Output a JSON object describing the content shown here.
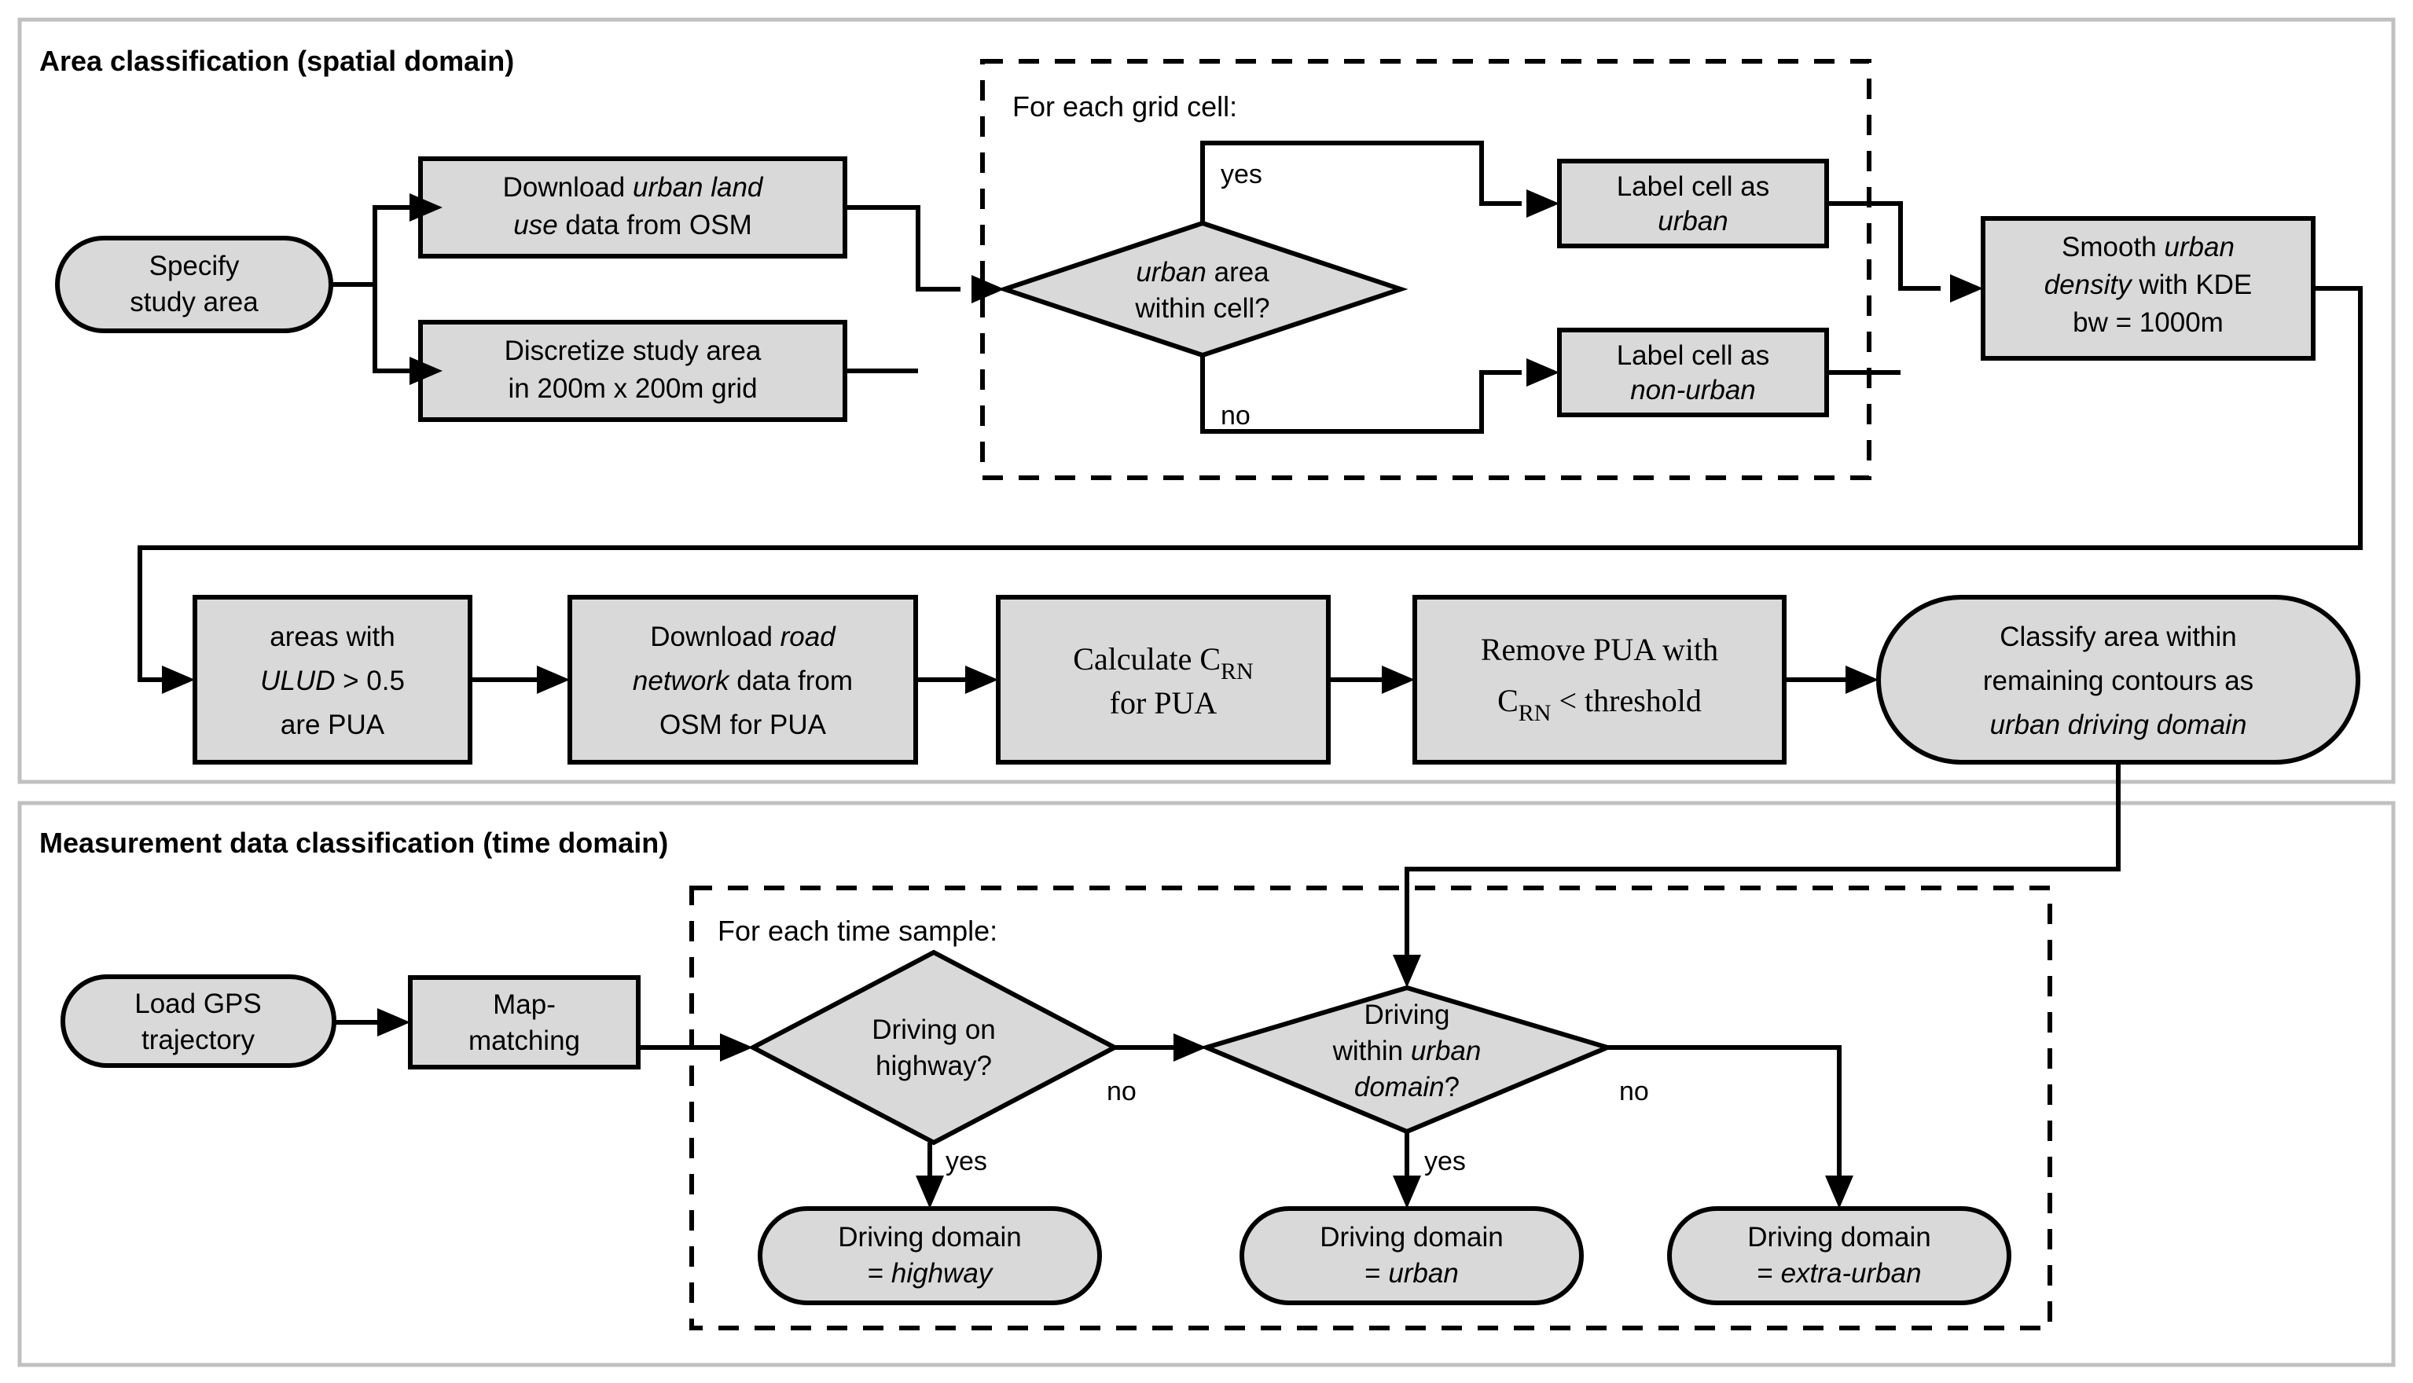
{
  "figure": {
    "title_hidden": "",
    "colors": {
      "shape_fill": "#d9d9d9",
      "shape_stroke": "#000000",
      "panel_border": "#c0c0c0",
      "background": "#ffffff"
    }
  },
  "panels": [
    {
      "id": "spatial",
      "title": "Area classification (spatial domain)"
    },
    {
      "id": "time",
      "title": "Measurement data classification (time domain)"
    }
  ],
  "loop_labels": {
    "grid_cell": "For each grid cell:",
    "time_sample": "For each time sample:"
  },
  "spatial": {
    "start": {
      "line1": "Specify",
      "line2": "study area"
    },
    "download_landuse": {
      "line1_a": "Download ",
      "line1_i": "urban land",
      "line2_i": "use",
      "line2_a": " data from OSM"
    },
    "discretize": {
      "line1": "Discretize study area",
      "line2": "in 200m x 200m grid"
    },
    "decision_urban": {
      "line1_i": "urban",
      "line1_a": " area",
      "line2": "within cell?"
    },
    "label_urban": {
      "line1": "Label cell as",
      "line2_i": "urban"
    },
    "label_nonurban": {
      "line1": "Label cell as",
      "line2_i": "non-urban"
    },
    "kde": {
      "line1_a": "Smooth ",
      "line1_i": "urban",
      "line2_i": "density",
      "line2_a": " with KDE",
      "line3": "bw = 1000m"
    },
    "pua": {
      "line1": "areas with",
      "line2_i": "ULUD",
      "line2_a": " > 0.5",
      "line3": "are PUA"
    },
    "download_road": {
      "line1_a": "Download ",
      "line1_i": "road",
      "line2_i": "network",
      "line2_a": " data from",
      "line3": "OSM for PUA"
    },
    "calc_crn": {
      "line1_a": "Calculate C",
      "line1_sub": "RN",
      "line2": "for PUA"
    },
    "remove_pua": {
      "line1": "Remove PUA with",
      "line2_a": "C",
      "line2_sub": "RN",
      "line2_b": " < threshold"
    },
    "classify": {
      "line1": "Classify area within",
      "line2": "remaining contours as",
      "line3_i": "urban driving domain"
    },
    "edges": {
      "yes": "yes",
      "no": "no"
    }
  },
  "time": {
    "load_gps": {
      "line1": "Load GPS",
      "line2": "trajectory"
    },
    "map_matching": {
      "line1": "Map-",
      "line2": "matching"
    },
    "decision_highway": {
      "line1": "Driving on",
      "line2": "highway?"
    },
    "decision_urban": {
      "line1": "Driving",
      "line2_a": "within ",
      "line2_i": "urban",
      "line3_i": "domain",
      "line3_a": "?"
    },
    "result_highway": {
      "line1": "Driving domain",
      "line2_a": "= ",
      "line2_i": "highway"
    },
    "result_urban": {
      "line1": "Driving domain",
      "line2_a": "= ",
      "line2_i": "urban"
    },
    "result_extra": {
      "line1": "Driving domain",
      "line2_a": "= ",
      "line2_i": "extra-urban"
    },
    "edges": {
      "yes": "yes",
      "no": "no"
    }
  }
}
